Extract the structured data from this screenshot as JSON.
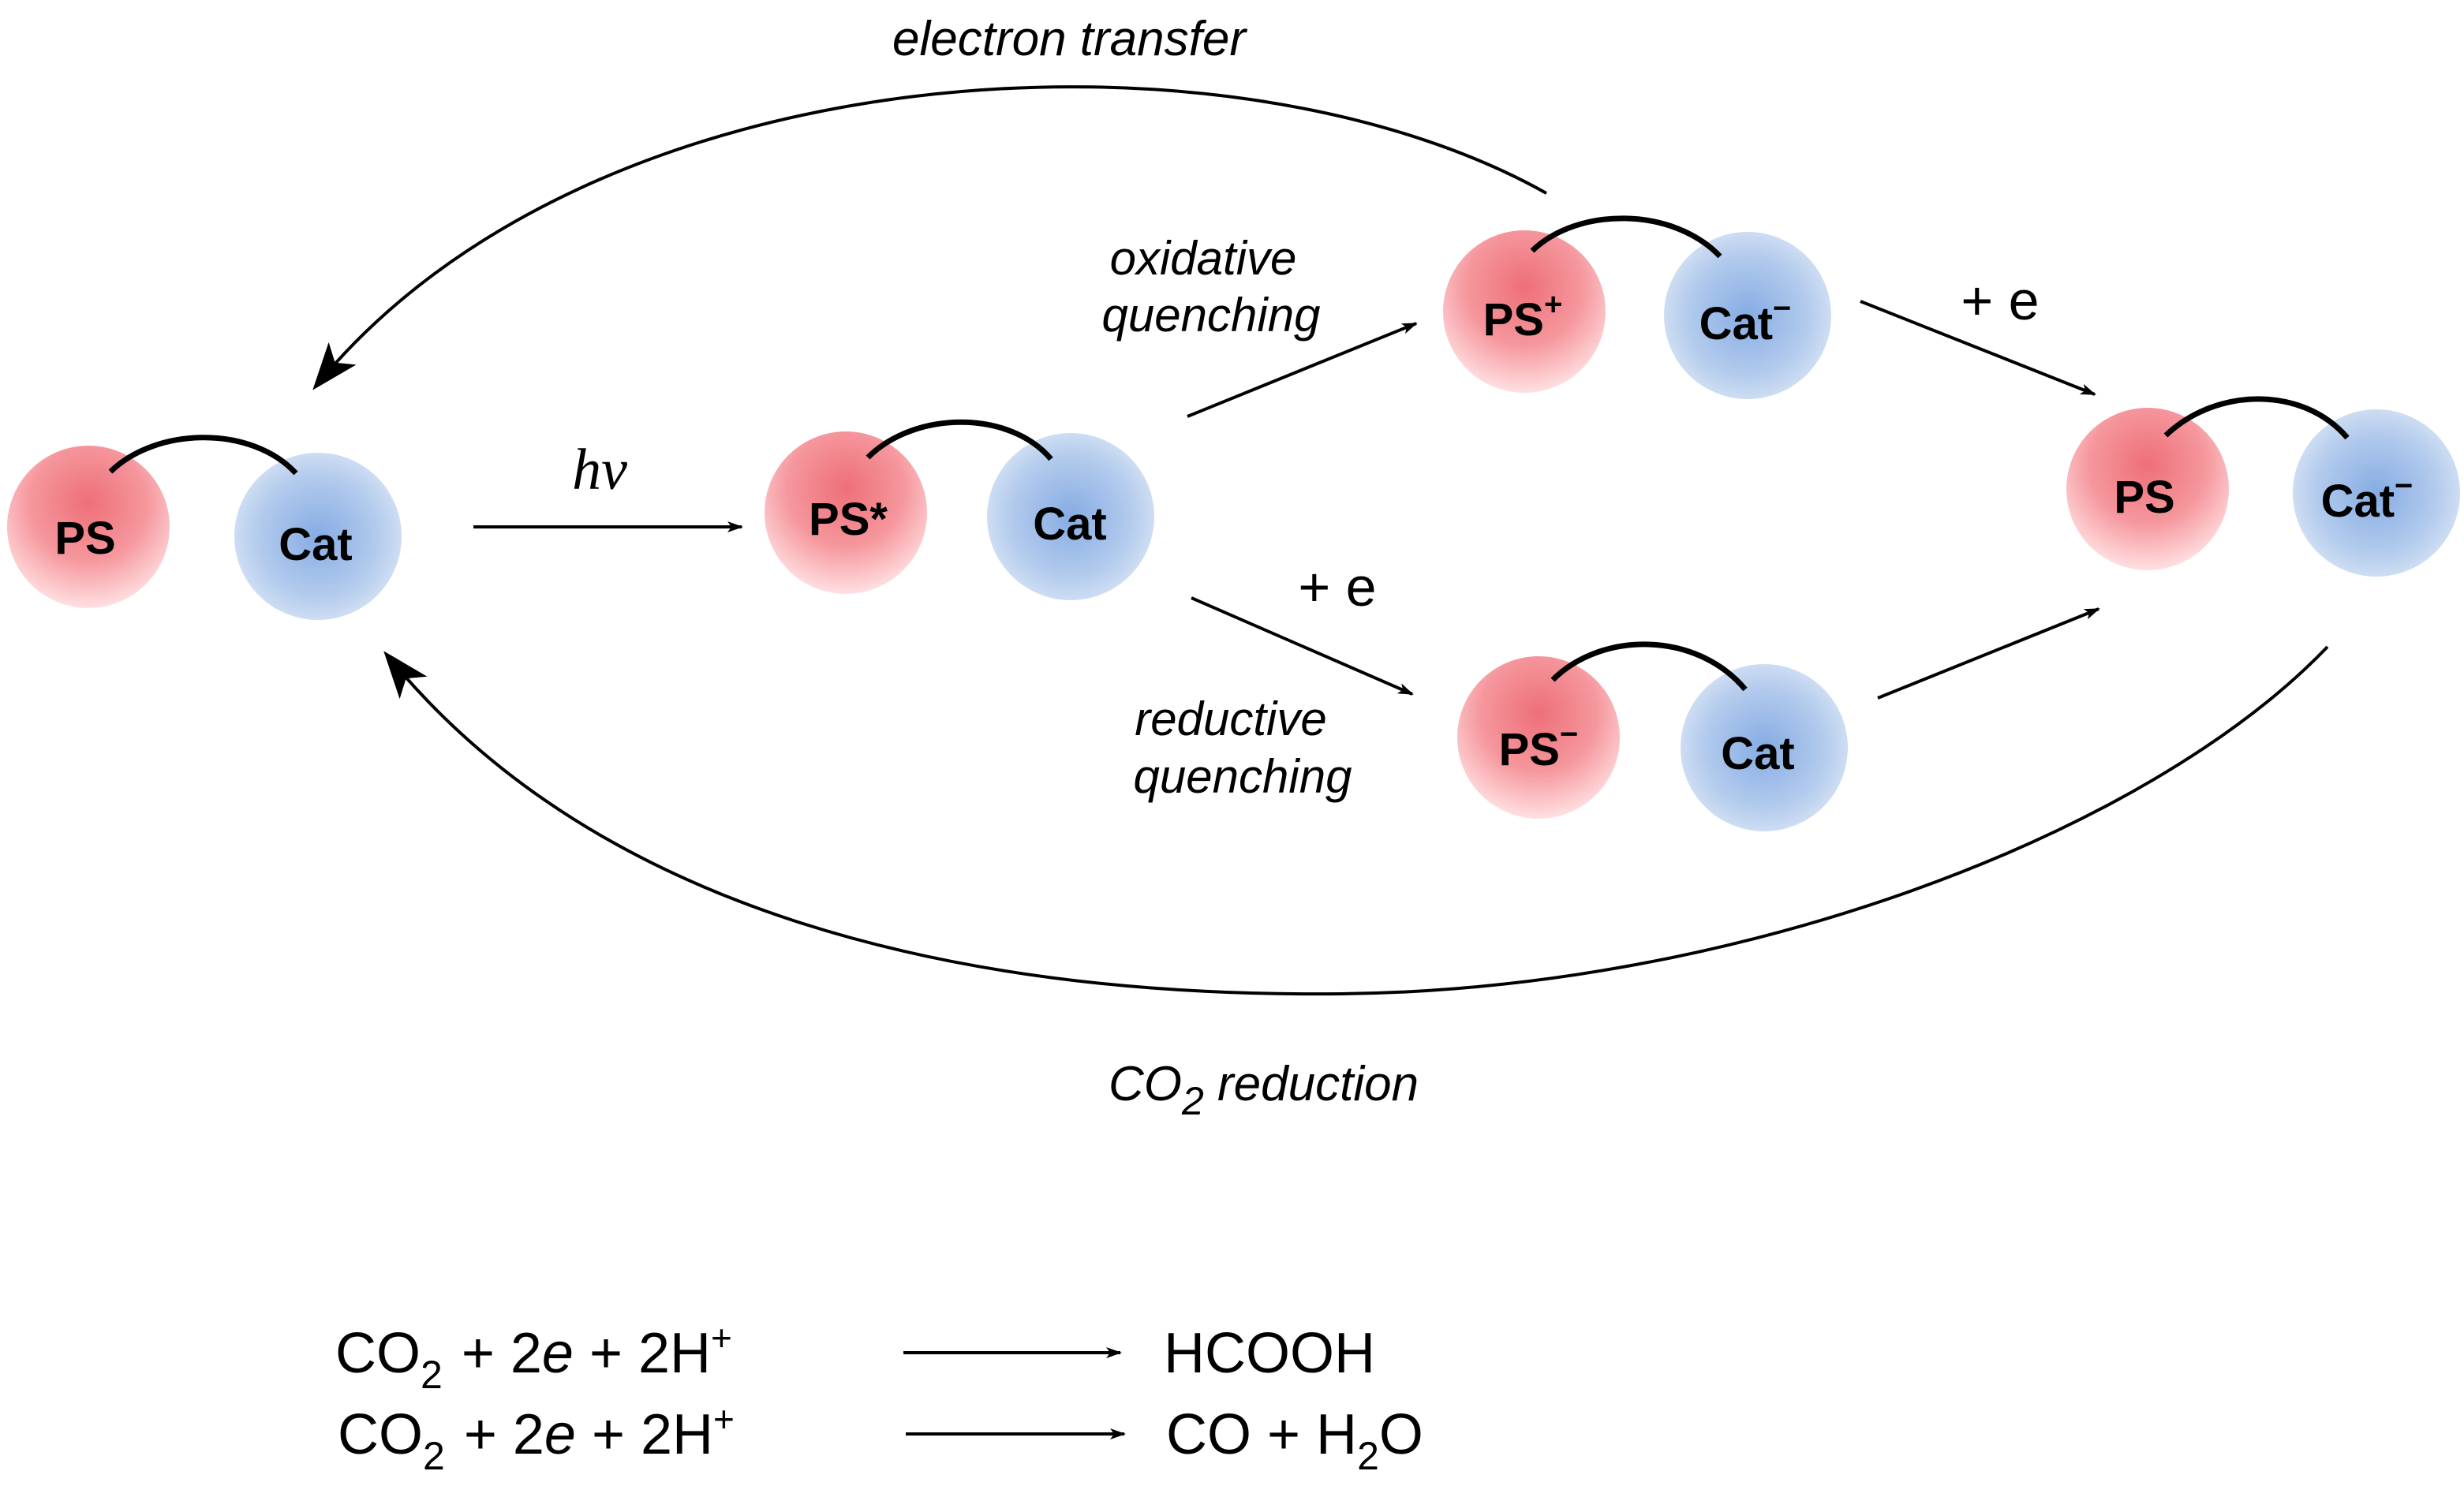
{
  "labels": {
    "electron_transfer": "electron transfer",
    "hv": "hν",
    "oxidative_line1": "oxidative",
    "oxidative_line2": "quenching",
    "reductive_line1": "reductive",
    "reductive_line2": "quenching",
    "plus_e_top": "+ e",
    "plus_e_mid": "+ e",
    "co2_reduction_prefix": "CO",
    "co2_reduction_sub": "2",
    "co2_reduction_suffix": " reduction"
  },
  "nodes": {
    "ground": {
      "ps": "PS",
      "ps_sup": "",
      "cat": "Cat",
      "cat_sup": ""
    },
    "excited": {
      "ps": "PS*",
      "ps_sup": "",
      "cat": "Cat",
      "cat_sup": ""
    },
    "oxidized": {
      "ps": "PS",
      "ps_sup": "+",
      "cat": "Cat",
      "cat_sup": "−"
    },
    "reduced": {
      "ps": "PS",
      "ps_sup": "−",
      "cat": "Cat",
      "cat_sup": ""
    },
    "product": {
      "ps": "PS",
      "ps_sup": "",
      "cat": "Cat",
      "cat_sup": "−"
    }
  },
  "equations": [
    {
      "co": "CO",
      "co_sub": "2",
      "mid": "+ 2",
      "e": "e",
      "plus": " + 2H",
      "h_sup": "+",
      "product": "HCOOH",
      "product_sub": "",
      "product_tail": ""
    },
    {
      "co": "CO",
      "co_sub": "2",
      "mid": "+ 2",
      "e": "e",
      "plus": " + 2H",
      "h_sup": "+",
      "product": "CO + H",
      "product_sub": "2",
      "product_tail": "O"
    }
  ],
  "colors": {
    "ps_core": "#f07a82",
    "ps_edge": "#ffd9dc",
    "cat_core": "#8fb4e6",
    "cat_edge": "#dbe7f6",
    "line": "#000000"
  }
}
